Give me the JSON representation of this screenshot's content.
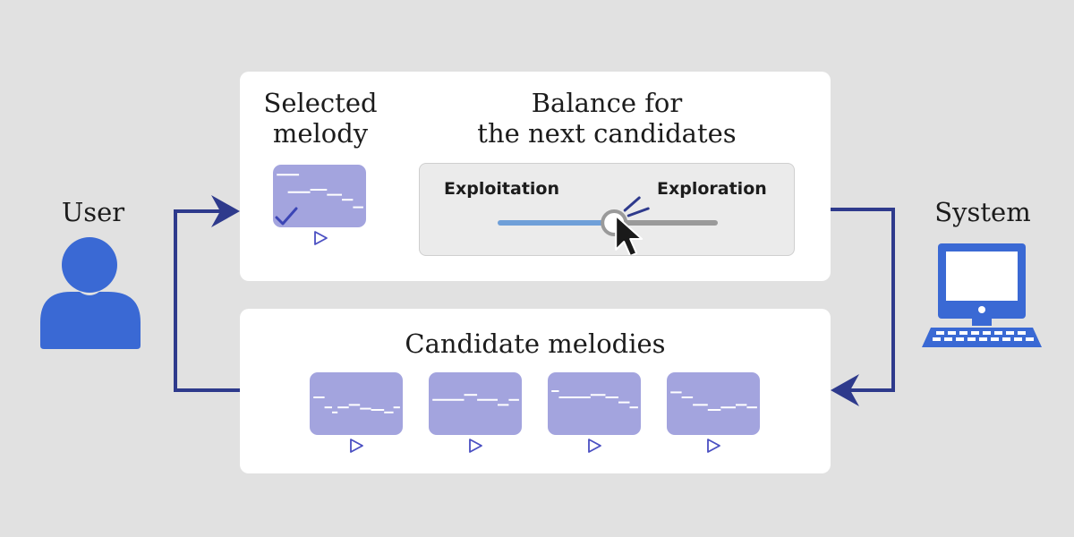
{
  "labels": {
    "user": "User",
    "system": "System",
    "selected_melody": [
      "Selected",
      "melody"
    ],
    "balance_title": [
      "Balance for",
      "the next candidates"
    ],
    "candidate_melodies": "Candidate melodies"
  },
  "slider": {
    "left_label": "Exploitation",
    "right_label": "Exploration",
    "value": 0.53
  },
  "colors": {
    "background": "#e1e1e1",
    "panel": "#ffffff",
    "melody_card": "#a3a4de",
    "accent_blue": "#2e3a8c",
    "icon_blue": "#3a69d4",
    "slider_fill": "#6f9fd8",
    "slider_track": "#9a9a9a"
  },
  "icons": {
    "user": "user-icon",
    "system": "computer-icon",
    "play": "play-icon",
    "check": "check-icon",
    "cursor": "pointer-cursor-icon"
  },
  "selected_melody": {
    "checked": true,
    "notes": [
      [
        0.04,
        0.28,
        0.16
      ],
      [
        0.16,
        0.4,
        0.44
      ],
      [
        0.4,
        0.58,
        0.4
      ],
      [
        0.58,
        0.74,
        0.48
      ],
      [
        0.74,
        0.86,
        0.56
      ],
      [
        0.86,
        0.97,
        0.68
      ]
    ]
  },
  "candidates": [
    {
      "notes": [
        [
          0.04,
          0.16,
          0.4
        ],
        [
          0.16,
          0.24,
          0.56
        ],
        [
          0.24,
          0.3,
          0.64
        ],
        [
          0.3,
          0.42,
          0.56
        ],
        [
          0.42,
          0.54,
          0.52
        ],
        [
          0.54,
          0.66,
          0.58
        ],
        [
          0.66,
          0.8,
          0.6
        ],
        [
          0.8,
          0.9,
          0.64
        ],
        [
          0.9,
          0.97,
          0.56
        ]
      ]
    },
    {
      "notes": [
        [
          0.04,
          0.38,
          0.44
        ],
        [
          0.38,
          0.52,
          0.36
        ],
        [
          0.52,
          0.74,
          0.44
        ],
        [
          0.74,
          0.86,
          0.52
        ],
        [
          0.86,
          0.97,
          0.44
        ]
      ]
    },
    {
      "notes": [
        [
          0.04,
          0.12,
          0.3
        ],
        [
          0.12,
          0.46,
          0.4
        ],
        [
          0.46,
          0.62,
          0.36
        ],
        [
          0.62,
          0.76,
          0.4
        ],
        [
          0.76,
          0.88,
          0.48
        ],
        [
          0.88,
          0.97,
          0.56
        ]
      ]
    },
    {
      "notes": [
        [
          0.04,
          0.16,
          0.32
        ],
        [
          0.16,
          0.28,
          0.4
        ],
        [
          0.28,
          0.44,
          0.52
        ],
        [
          0.44,
          0.58,
          0.6
        ],
        [
          0.58,
          0.74,
          0.56
        ],
        [
          0.74,
          0.86,
          0.52
        ],
        [
          0.86,
          0.97,
          0.56
        ]
      ]
    }
  ]
}
